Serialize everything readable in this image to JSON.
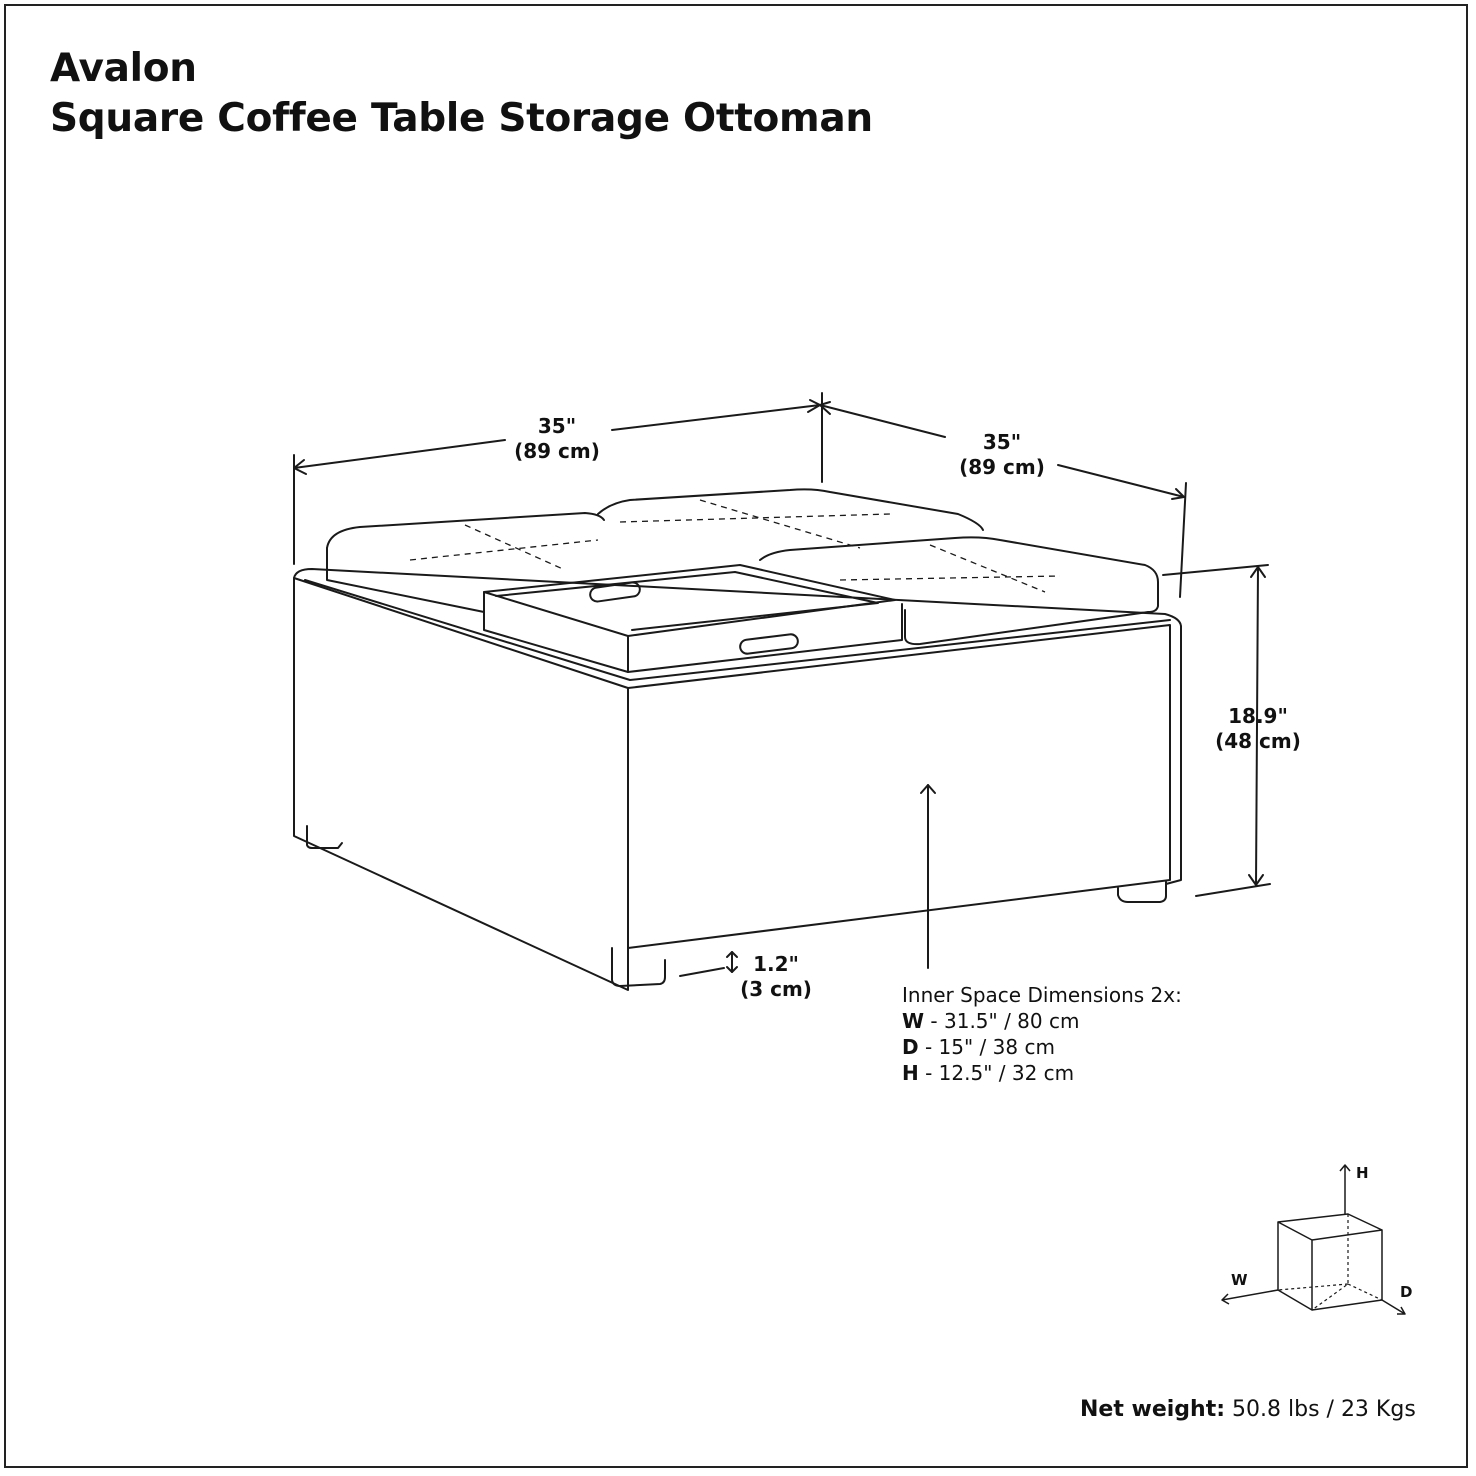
{
  "product": {
    "name": "Avalon",
    "subtitle": "Square Coffee Table Storage Ottoman"
  },
  "dimensions": {
    "width": {
      "imperial": "35\"",
      "metric": "(89 cm)"
    },
    "depth": {
      "imperial": "35\"",
      "metric": "(89 cm)"
    },
    "height": {
      "imperial": "18.9\"",
      "metric": "(48 cm)"
    },
    "leg": {
      "imperial": "1.2\"",
      "metric": "(3 cm)"
    }
  },
  "inner_space": {
    "heading": "Inner Space Dimensions 2x:",
    "rows": [
      {
        "key": "W",
        "value": " - 31.5\" / 80 cm"
      },
      {
        "key": "D",
        "value": " - 15\" / 38 cm"
      },
      {
        "key": "H",
        "value": " - 12.5\" / 32 cm"
      }
    ]
  },
  "axis_labels": {
    "h": "H",
    "w": "W",
    "d": "D"
  },
  "net_weight": {
    "label": "Net weight:",
    "value": " 50.8 lbs / 23 Kgs"
  },
  "colors": {
    "line": "#1a1a1a",
    "text": "#111111",
    "background": "#ffffff"
  }
}
